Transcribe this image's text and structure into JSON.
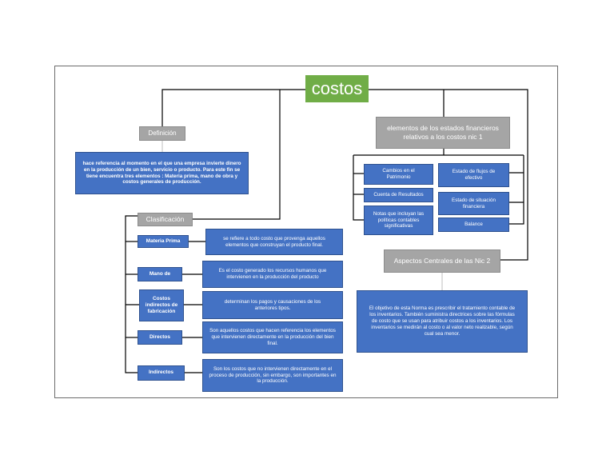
{
  "title": "costos",
  "left": {
    "definicion": {
      "heading": "Definición",
      "text": "hace referencia al momento en el que una empresa invierte dinero en la producción de un bien, servicio o producto. Para este fin se tiene encuentra tres elementos : Materia prima, mano de obra y costos generales de producción."
    },
    "clasificacion": {
      "heading": "Clasificación",
      "items": [
        {
          "label": "Materia Prima",
          "desc": "se refiere a todo costo que provenga aquellos elementos que construyan el producto final."
        },
        {
          "label": "Mano de",
          "desc": "Es el costo generado los recursos humanos que intervienen en la producción del producto"
        },
        {
          "label": "Costos indirectos de fabricación",
          "desc": "determinan los pagos y causaciones de los anteriores tipos."
        },
        {
          "label": "Directos",
          "desc": "Son aquellos costos que hacen referencia los elementos que intervienen directamente en la producción del bien final."
        },
        {
          "label": "Indirectos",
          "desc": "Son los costos que no intervienen directamente en el proceso de producción, sin embargo, son importantes en la producción."
        }
      ]
    }
  },
  "right": {
    "elementos": {
      "heading": "elementos de los estados financieros relativos a los costos nic 1",
      "col1": [
        "Cambios en el Patrimonio",
        "Cuenta de Resultados",
        "Notas que incluyan las políticas contables significativas"
      ],
      "col2": [
        "Estado de flujos de efectivo",
        "Estado de situación financiera",
        "Balance"
      ]
    },
    "aspectos": {
      "heading": "Aspectos Centrales de las Nic 2",
      "text": "El objetivo de esta Norma es prescribir el tratamiento contable de los inventarios. También suministra directrices sobre las fórmulas de costo que se usan para atribuir costos a los inventarios. Los inventarios se medirán al costo o al valor neto realizable, según cual sea menor."
    }
  },
  "colors": {
    "blue": "#4472c4",
    "gray": "#a5a5a5",
    "green": "#70ad47",
    "line": "#000000"
  }
}
